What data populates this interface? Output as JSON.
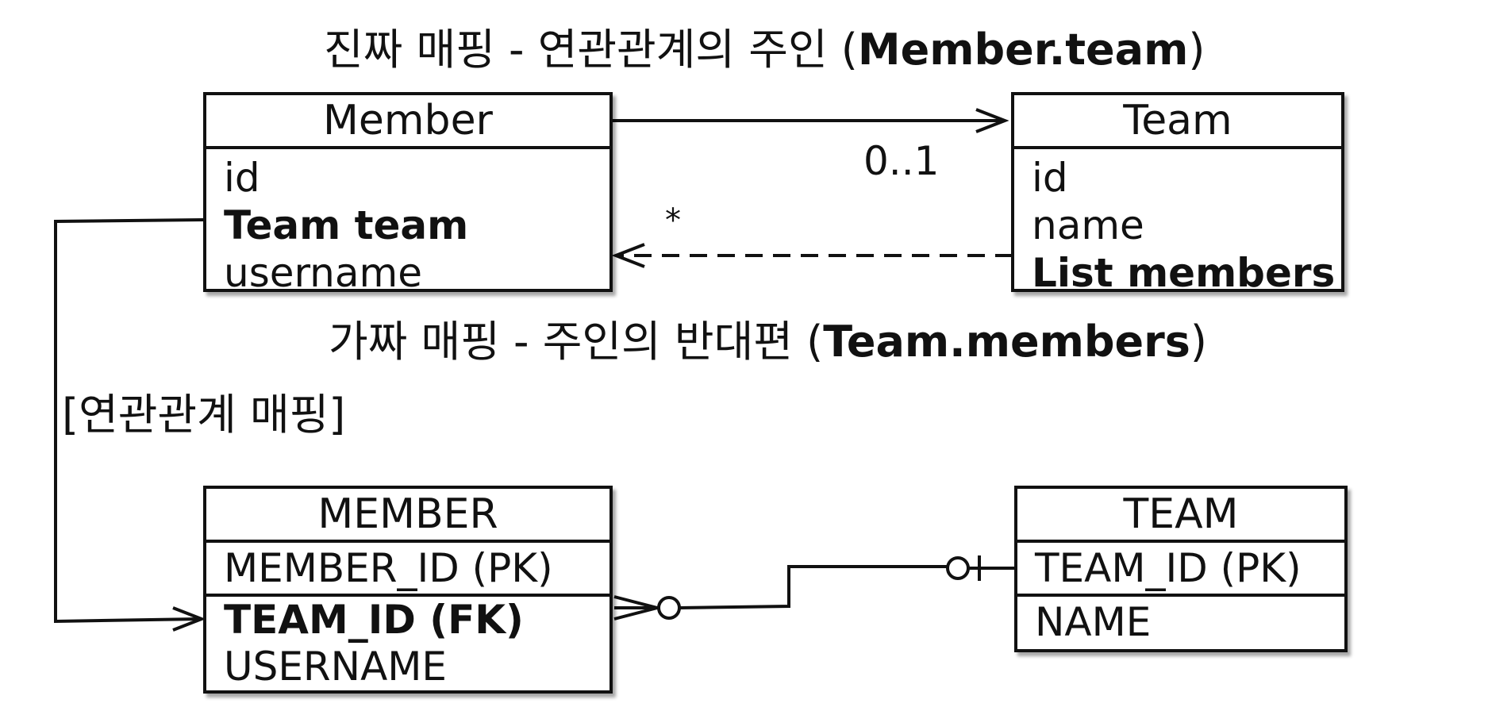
{
  "captions": {
    "real_mapping_prefix": "진짜 매핑 - 연관관계의 주인 (",
    "real_mapping_bold": "Member.team",
    "real_mapping_suffix": ")",
    "fake_mapping_prefix": "가짜 매핑 - 주인의 반대편 (",
    "fake_mapping_bold": "Team.members",
    "fake_mapping_suffix": ")",
    "relation_mapping": "[연관관계 매핑]"
  },
  "object_model": {
    "member": {
      "title": "Member",
      "fields": [
        "id",
        "Team team",
        "username"
      ]
    },
    "team": {
      "title": "Team",
      "fields": [
        "id",
        "name",
        "List members"
      ]
    },
    "multiplicity_team": "0..1",
    "multiplicity_members": "*"
  },
  "table_model": {
    "member_table": {
      "title": "MEMBER",
      "pk": "MEMBER_ID (PK)",
      "fk": "TEAM_ID (FK)",
      "columns": [
        "USERNAME"
      ]
    },
    "team_table": {
      "title": "TEAM",
      "pk": "TEAM_ID (PK)",
      "columns": [
        "NAME"
      ]
    }
  },
  "colors": {
    "ink": "#111111",
    "background": "#ffffff"
  }
}
